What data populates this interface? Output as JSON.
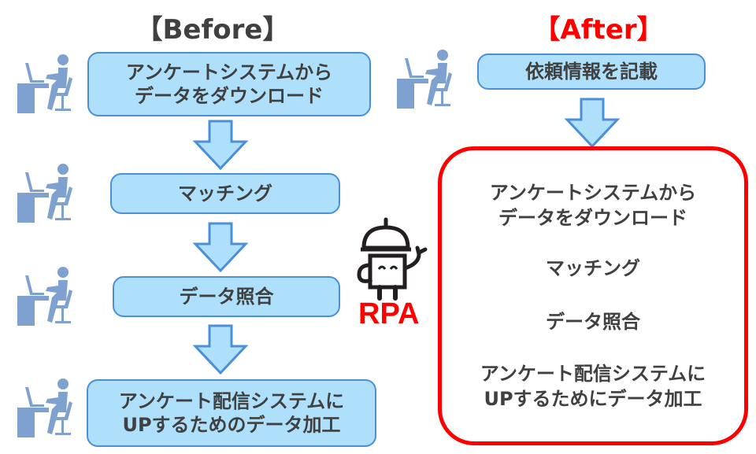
{
  "before": {
    "heading": "【Before】",
    "steps": [
      {
        "line1": "アンケートシステムから",
        "line2": "データをダウンロード"
      },
      {
        "line1": "マッチング",
        "line2": ""
      },
      {
        "line1": "データ照合",
        "line2": ""
      },
      {
        "line1": "アンケート配信システムに",
        "line2": "UPするためのデータ加工"
      }
    ],
    "actor_icon": "person-at-desk-icon"
  },
  "after": {
    "heading": "【After】",
    "manual_step": "依頼情報を記載",
    "actor_icon": "person-at-desk-icon",
    "rpa_label": "RPA",
    "rpa_icon": "robot-icon",
    "automated_steps": [
      {
        "line1": "アンケートシステムから",
        "line2": "データをダウンロード"
      },
      {
        "line1": "マッチング",
        "line2": ""
      },
      {
        "line1": "データ照合",
        "line2": ""
      },
      {
        "line1": "アンケート配信システムに",
        "line2": "UPするためにデータ加工"
      }
    ]
  },
  "colors": {
    "box_fill": "#aee0fb",
    "box_border": "#4a8fd8",
    "text": "#404040",
    "accent_red": "#ff0000",
    "person_icon": "#7ea1cf"
  }
}
